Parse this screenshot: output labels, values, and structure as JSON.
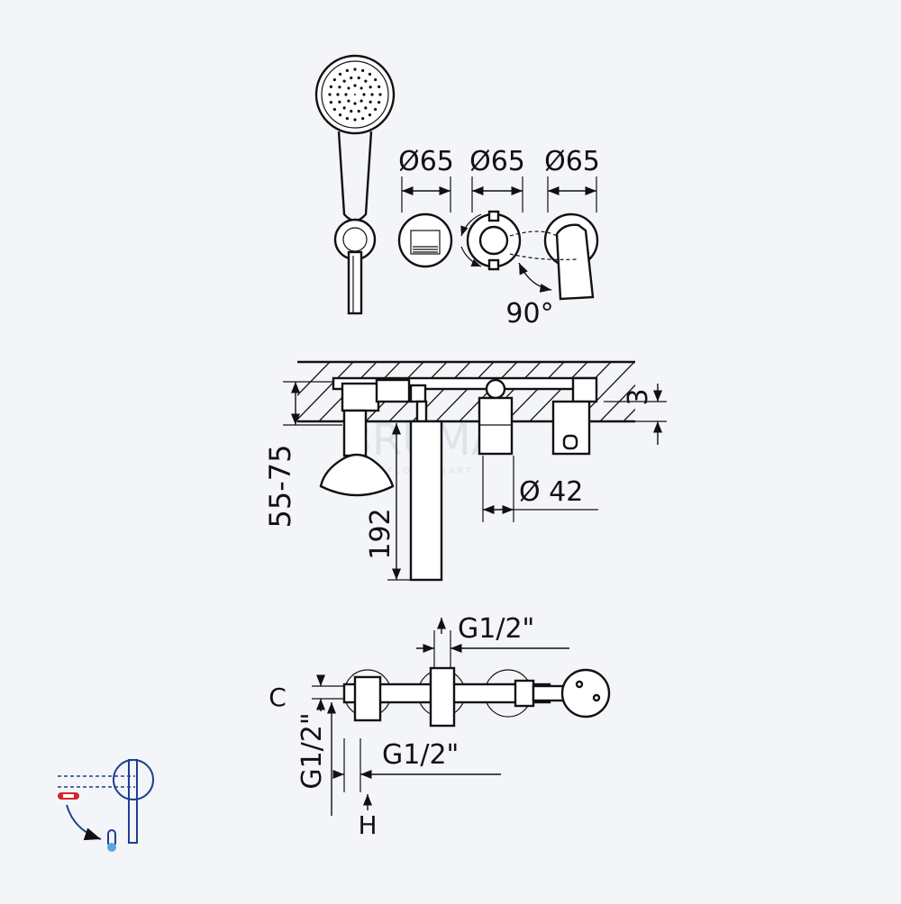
{
  "top_view": {
    "dia_shower_outlet": "Ø65",
    "dia_diverter": "Ø65",
    "dia_mixer": "Ø65",
    "rotation_angle": "90°"
  },
  "side_view": {
    "cover_thickness": "3",
    "wall_depth": "55-75",
    "spout_length": "192",
    "spout_dia": "Ø 42",
    "watermark_brand": "BRUMA",
    "watermark_tagline": "FLOWINGART"
  },
  "plan_view": {
    "connection_top": "G1/2\"",
    "connection_bottom": "G1/2\"",
    "connection_side": "G1/2\"",
    "label_c": "C",
    "label_h": "H"
  },
  "legend_icon": "hot-cold-mixer-icon",
  "colors": {
    "line": "#111111",
    "background": "#f3f5f8",
    "accent_blue": "#1f3f8f",
    "accent_red": "#d8232a"
  }
}
